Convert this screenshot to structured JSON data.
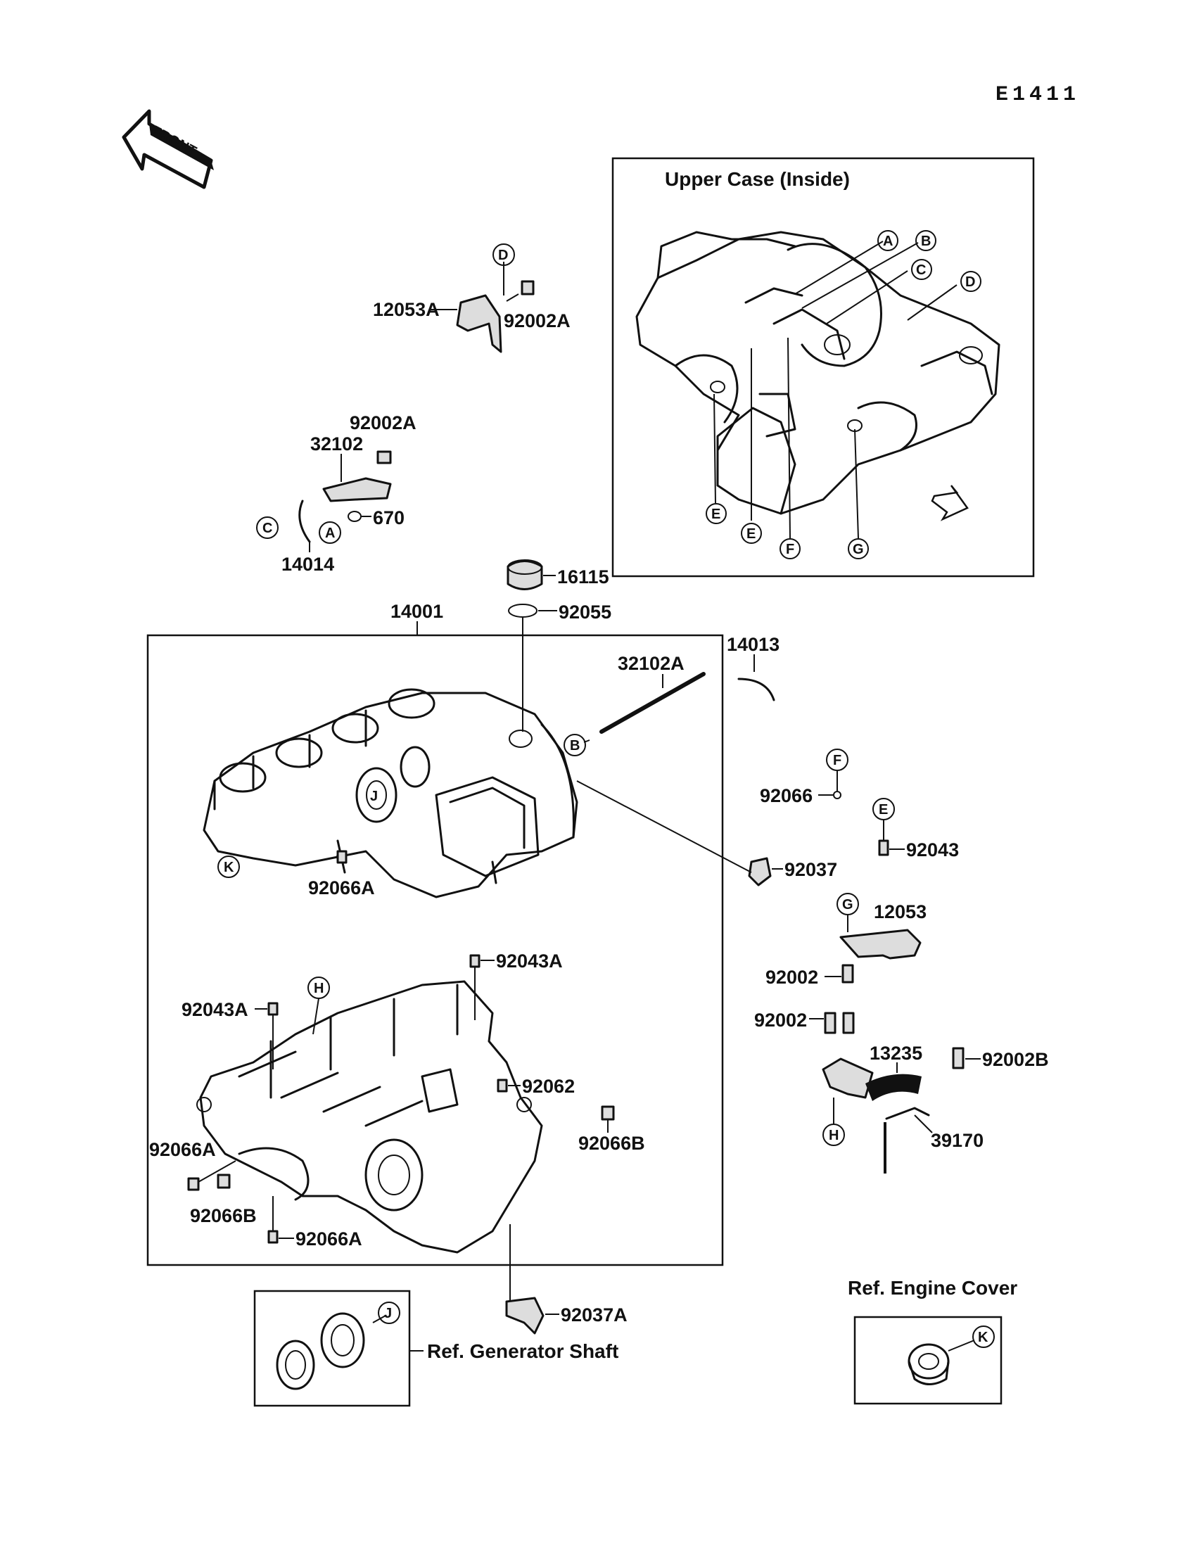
{
  "diagram_code": "E1411",
  "front_arrow": {
    "label": "FRONT",
    "icon": "front-arrow-icon"
  },
  "upper_case": {
    "title": "Upper Case (Inside)",
    "circle_labels": [
      "A",
      "B",
      "C",
      "D",
      "E",
      "E",
      "F",
      "G"
    ]
  },
  "part_numbers": {
    "p12053A": "12053A",
    "p92002A_top": "92002A",
    "p92002A_mid": "92002A",
    "p32102": "32102",
    "p670": "670",
    "p14014": "14014",
    "p16115": "16115",
    "p92055": "92055",
    "p14001": "14001",
    "p32102A": "32102A",
    "p14013": "14013",
    "p92066": "92066",
    "p92043": "92043",
    "p92037": "92037",
    "p92066A_upper": "92066A",
    "p12053": "12053",
    "p92002_a": "92002",
    "p92002_b": "92002",
    "p13235": "13235",
    "p92002B": "92002B",
    "p39170": "39170",
    "p92043A_right": "92043A",
    "p92043A_left": "92043A",
    "p92062": "92062",
    "p92066B_right": "92066B",
    "p92066A_left": "92066A",
    "p92066B_left": "92066B",
    "p92066A_bottom": "92066A",
    "p92037A": "92037A"
  },
  "circle_refs": {
    "D": "D",
    "C": "C",
    "A": "A",
    "B": "B",
    "F": "F",
    "E": "E",
    "G": "G",
    "H": "H",
    "K": "K",
    "J": "J"
  },
  "refs": {
    "generator_shaft": "Ref. Generator Shaft",
    "engine_cover": "Ref. Engine Cover"
  }
}
